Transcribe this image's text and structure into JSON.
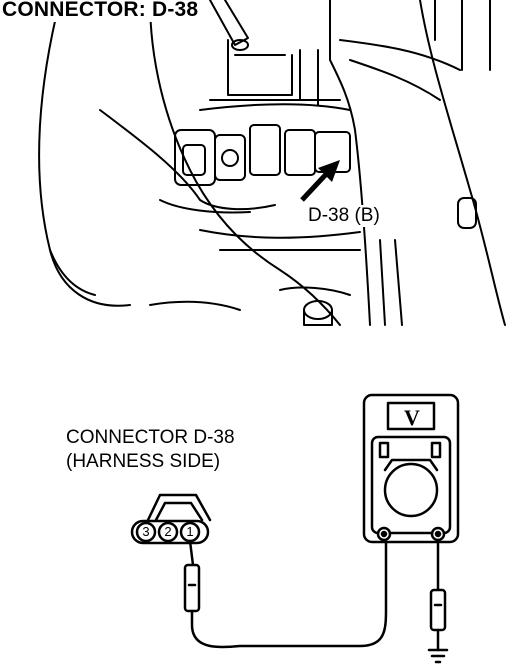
{
  "title": "CONNECTOR: D-38",
  "callout_label": "D-38 (B)",
  "connector_label": {
    "line1": "CONNECTOR D-38",
    "line2": "(HARNESS SIDE)"
  },
  "pins": [
    "3",
    "2",
    "1"
  ],
  "meter_symbol": "V"
}
